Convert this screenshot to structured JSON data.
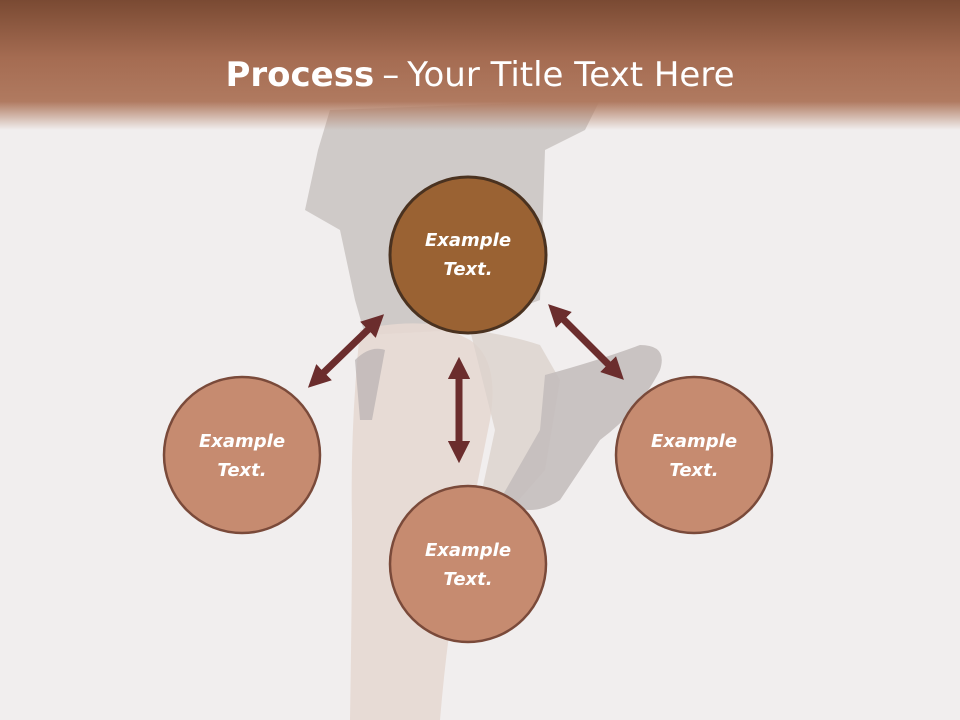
{
  "title": {
    "bold": "Process",
    "separator": "–",
    "rest": "Your Title Text Here"
  },
  "nodes": {
    "center": {
      "line1": "Example",
      "line2": "Text."
    },
    "left": {
      "line1": "Example",
      "line2": "Text."
    },
    "right": {
      "line1": "Example",
      "line2": "Text."
    },
    "bottom": {
      "line1": "Example",
      "line2": "Text."
    }
  },
  "colors": {
    "header": "#a56c52",
    "center_fill": "#9a6233",
    "center_stroke": "#4a3220",
    "node_fill": "#c68b70",
    "node_stroke": "#7a4a3a",
    "arrow": "#6b2d2d",
    "background": "#f1eeee"
  },
  "icons": {
    "arrows": "double-headed-arrow"
  }
}
